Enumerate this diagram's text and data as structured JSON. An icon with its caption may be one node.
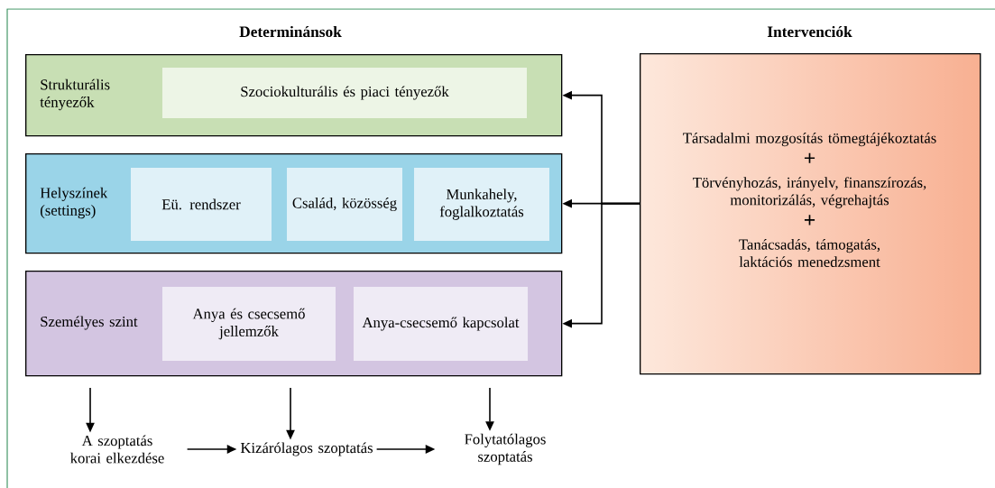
{
  "diagram": {
    "nodes": [
      {
        "text": [
          "Strukturális tényezők"
        ]
      },
      {
        "text": [
          "Szociokulturális és piaci tényezők"
        ],
        "in": 0
      },
      {
        "text": [
          "Helyszínek (settings)"
        ]
      },
      {
        "text": [
          "Eü. rendszer"
        ],
        "in": 2
      },
      {
        "text": [
          "Család, közösség"
        ],
        "in": 2
      },
      {
        "text": [
          "Munkahely, foglalkoztatás"
        ],
        "in": 2
      },
      {
        "text": [
          "Személyes szint"
        ]
      },
      {
        "text": [
          "Anya és csecsemő jellemzők"
        ],
        "in": 6
      },
      {
        "text": [
          "Anya-csecsemő kapcsolat"
        ],
        "in": 6
      },
      {
        "text": [
          "Intervenciók",
          "Társadalmi mozgosítás tömegtájékoztatás",
          "+",
          "Törvényhozás, irányelv, finanszírozás, monitorizálás, végrehajtás",
          "+",
          "Tanácsadás, támogatás, laktációs menedzsment"
        ]
      },
      {
        "text": [
          "A szoptatás korai elkezdése"
        ]
      },
      {
        "text": [
          "Kizárólagos szoptatás"
        ]
      },
      {
        "text": [
          "Folytatólagos szoptatás"
        ]
      }
    ],
    "edges": [
      {
        "from": 9,
        "to": 0,
        "arrow": "to"
      },
      {
        "from": 9,
        "to": 2,
        "arrow": "to"
      },
      {
        "from": 9,
        "to": 6,
        "arrow": "to"
      },
      {
        "from": 6,
        "to": 10,
        "arrow": "to"
      },
      {
        "from": 6,
        "to": 11,
        "arrow": "to"
      },
      {
        "from": 6,
        "to": 12,
        "arrow": "to"
      },
      {
        "from": 10,
        "to": 11,
        "arrow": "to"
      },
      {
        "from": 11,
        "to": 12,
        "arrow": "to"
      }
    ],
    "labels": [
      "Determinánsok"
    ]
  }
}
